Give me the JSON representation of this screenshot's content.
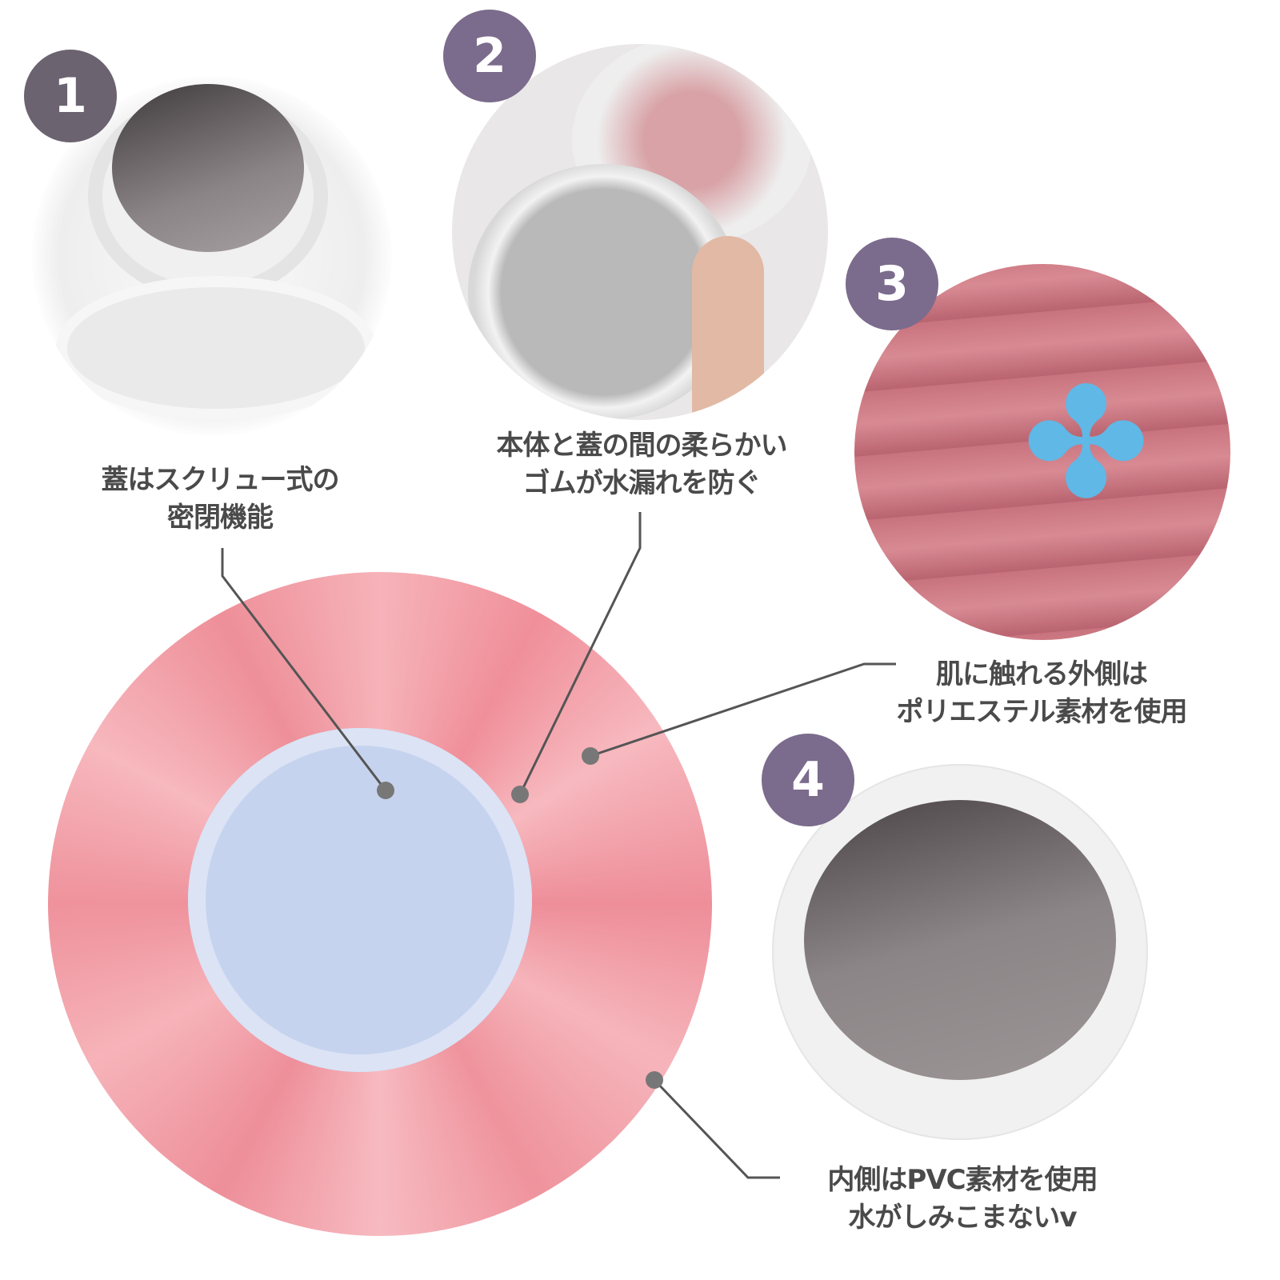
{
  "badges": [
    "1",
    "2",
    "3",
    "4"
  ],
  "captions": {
    "screw_lid": [
      "蓋はスクリュー式の",
      "密閉機能"
    ],
    "rubber_seal": [
      "本体と蓋の間の柔らかい",
      "ゴムが水漏れを防ぐ"
    ],
    "polyester": [
      "肌に触れる外側は",
      "ポリエステル素材を使用"
    ],
    "pvc": [
      "内側はPVC素材を使用",
      "水がしみこまないv"
    ]
  },
  "colors": {
    "badge_1": "#6b6370",
    "badge": "#7b6b8c",
    "text": "#4a4a4a",
    "fabric": "#f4a9b0",
    "lid": "#c6d3ef"
  }
}
